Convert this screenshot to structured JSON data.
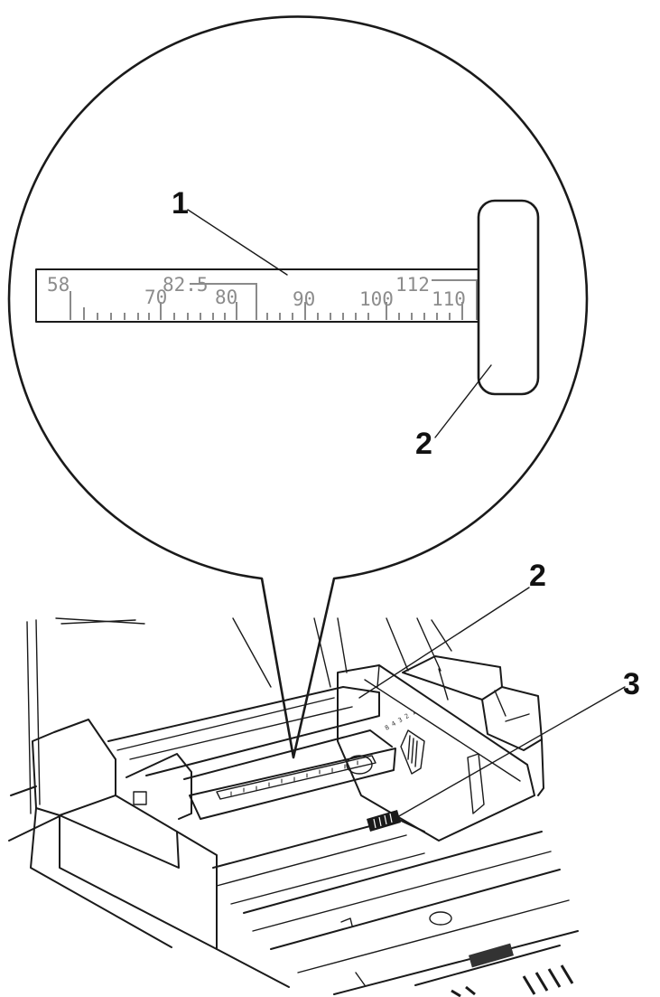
{
  "callouts": {
    "c1": "1",
    "c2_zoom": "2",
    "c2_main": "2",
    "c3": "3"
  },
  "scale": {
    "label_58": "58",
    "label_70": "70",
    "label_825": "82.5",
    "label_80": "80",
    "label_90": "90",
    "label_100": "100",
    "label_112": "112",
    "label_110": "110"
  },
  "colors": {
    "ink": "#1a1a1a",
    "scale_gray": "#8c8c8c",
    "background": "#ffffff"
  }
}
